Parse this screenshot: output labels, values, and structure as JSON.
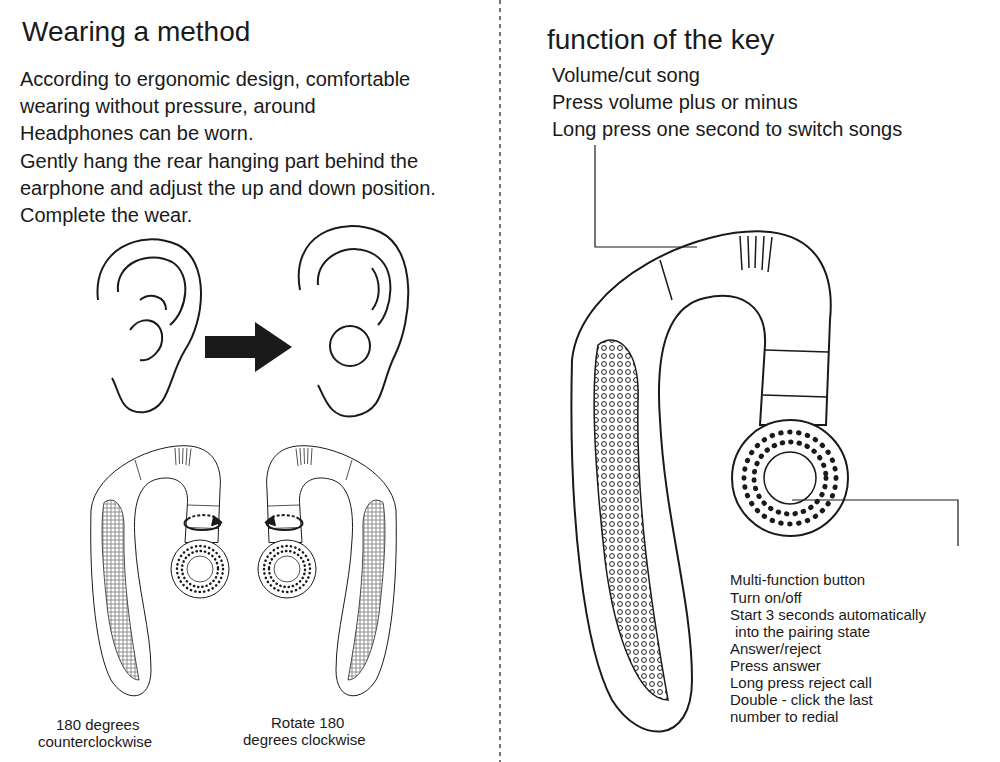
{
  "diagram": {
    "labels": [
      "Wearing a method",
      "According to ergonomic design, comfortable",
      "wearing without pressure, around",
      "Headphones can be worn.",
      "Gently hang the rear hanging part behind the",
      "earphone and adjust the up and down position.",
      "Complete the wear.",
      "180 degrees",
      "counterclockwise",
      "Rotate 180",
      "degrees clockwise",
      "function of the key",
      "Volume/cut song",
      "Press volume plus or minus",
      "Long press one second to switch songs",
      "Multi-function button",
      "Turn on/off",
      "Start 3 seconds automatically",
      "into the pairing state",
      "Answer/reject",
      "Press answer",
      "Long press reject call",
      "Double - click the last",
      "number to redial"
    ]
  }
}
